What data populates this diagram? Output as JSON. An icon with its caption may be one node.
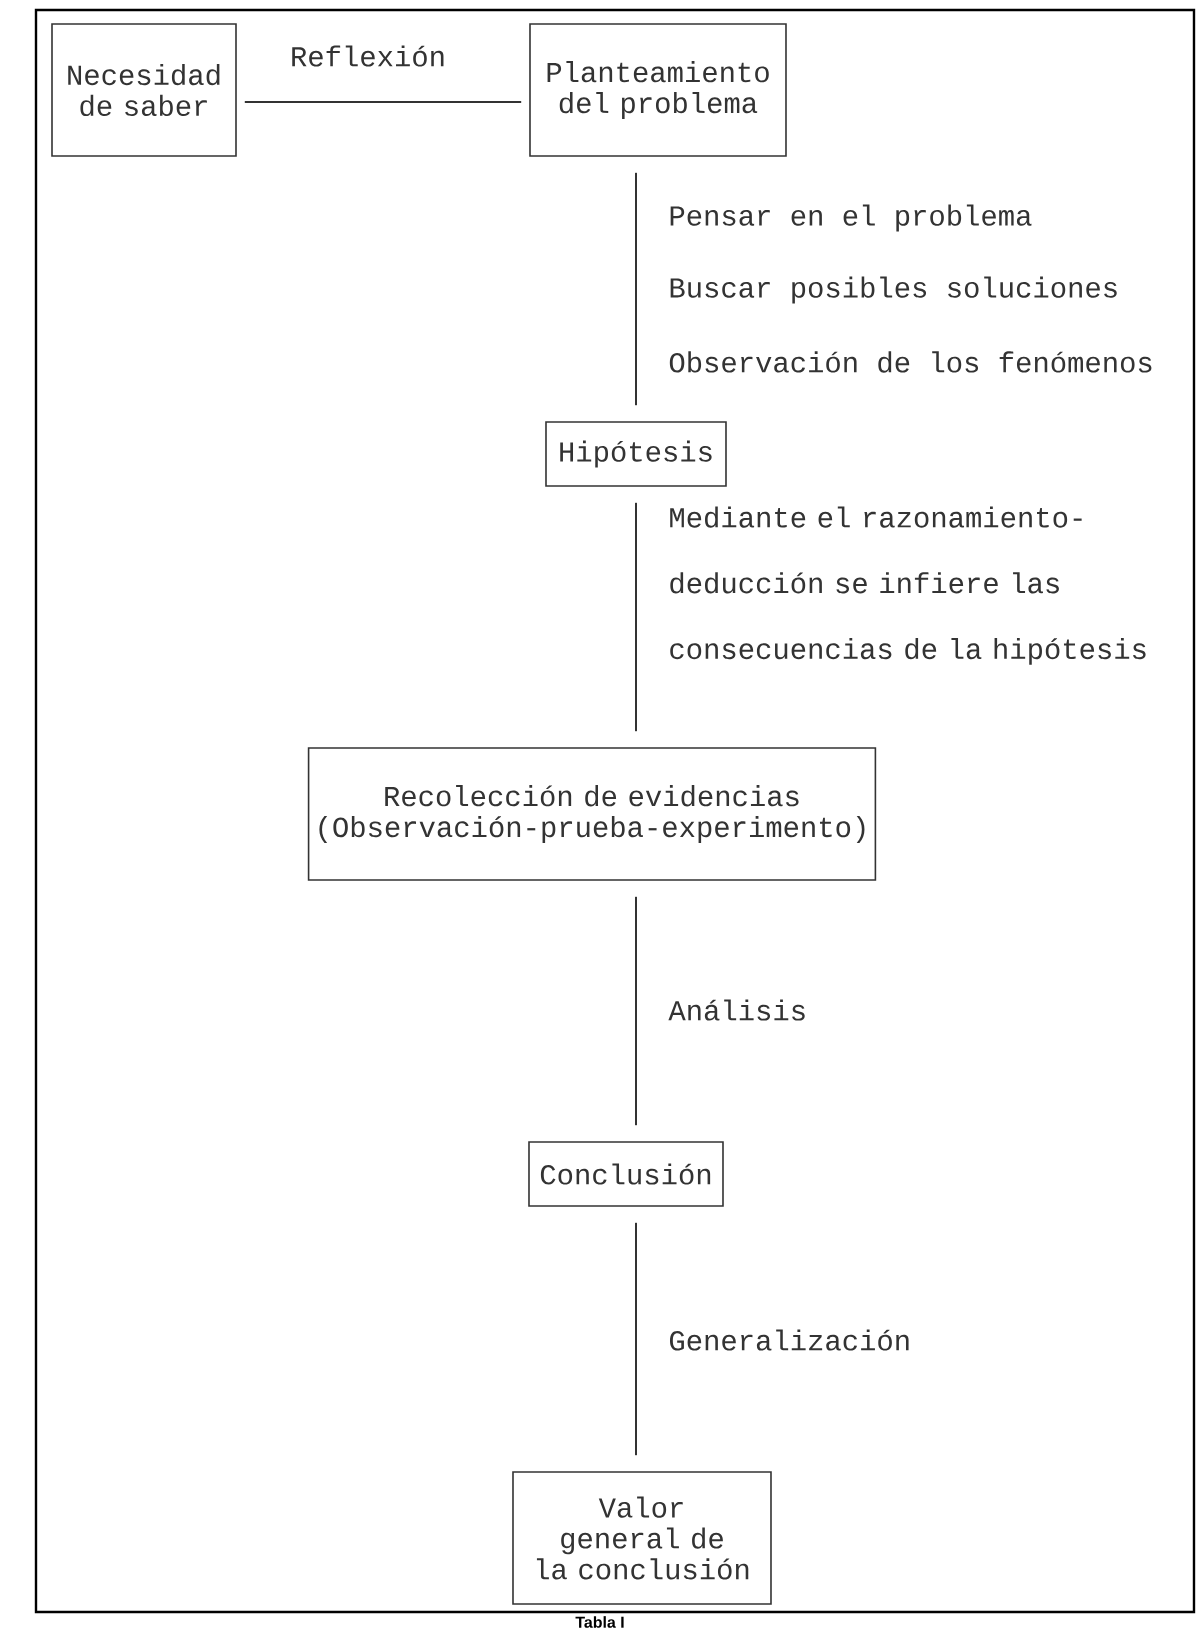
{
  "diagram": {
    "caption": "Tabla I",
    "nodes": [
      {
        "text": [
          "Necesidad de saber"
        ]
      },
      {
        "text": [
          "Planteamiento del problema"
        ]
      },
      {
        "text": [
          "Hipótesis"
        ]
      },
      {
        "text": [
          "Recolección de evidencias (Observación-prueba-experimento)"
        ]
      },
      {
        "text": [
          "Conclusión"
        ]
      },
      {
        "text": [
          "Valor general de la conclusión"
        ]
      }
    ],
    "edges": [
      {
        "from": 0,
        "to": 1,
        "arrow": "none",
        "label": "Reflexión"
      },
      {
        "from": 1,
        "to": 2,
        "arrow": "none"
      },
      {
        "from": 2,
        "to": 3,
        "arrow": "none",
        "label": "Mediante el razonamiento- deducción se infiere las consecuencias de la hipótesis"
      },
      {
        "from": 3,
        "to": 4,
        "arrow": "none",
        "label": "Análisis"
      },
      {
        "from": 4,
        "to": 5,
        "arrow": "none",
        "label": "Generalización"
      }
    ],
    "labels": [
      "Pensar en el problema",
      "Buscar posibles soluciones",
      "Observación de los fenómenos"
    ]
  }
}
